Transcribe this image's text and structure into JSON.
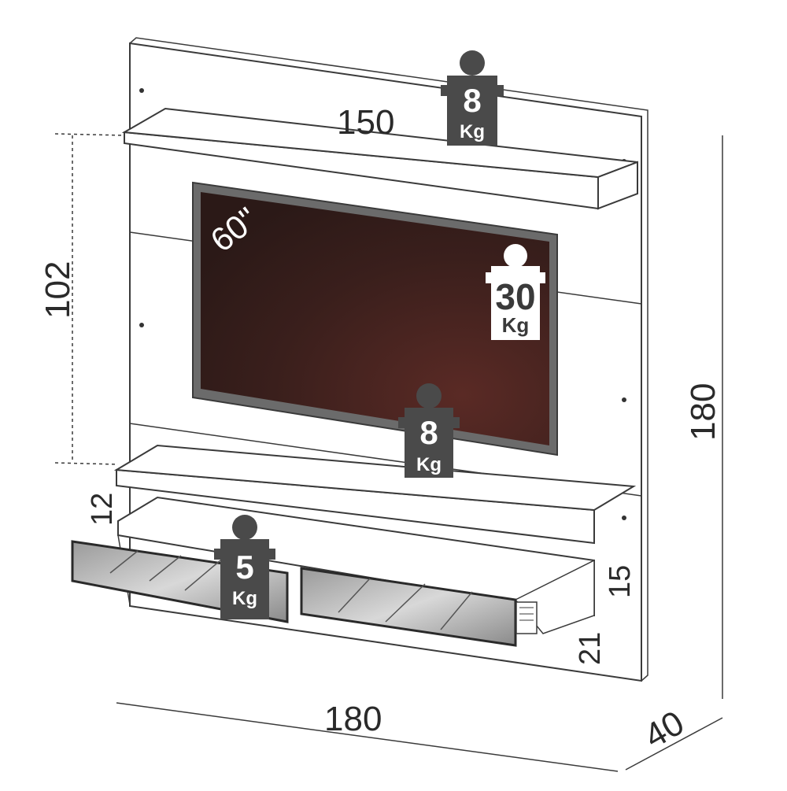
{
  "dimensions": {
    "shelf_width": "150",
    "shelf_height_dim": "102",
    "panel_height": "180",
    "panel_width": "180",
    "depth": "40",
    "rack_thickness": "12",
    "drawer_height": "15",
    "drawer_depth": "21"
  },
  "tv": {
    "size_label": "60\""
  },
  "load_tags": {
    "top_shelf": {
      "value": "8",
      "unit": "Kg"
    },
    "tv": {
      "value": "30",
      "unit": "Kg"
    },
    "rack_top": {
      "value": "8",
      "unit": "Kg"
    },
    "drawers": {
      "value": "5",
      "unit": "Kg"
    }
  },
  "colors": {
    "line": "#3a3a3a",
    "tag_dark": "#4a4a4a",
    "tv_screen": "#3a1f1c",
    "tv_frame": "#6b6b6b",
    "panel": "#ffffff"
  }
}
